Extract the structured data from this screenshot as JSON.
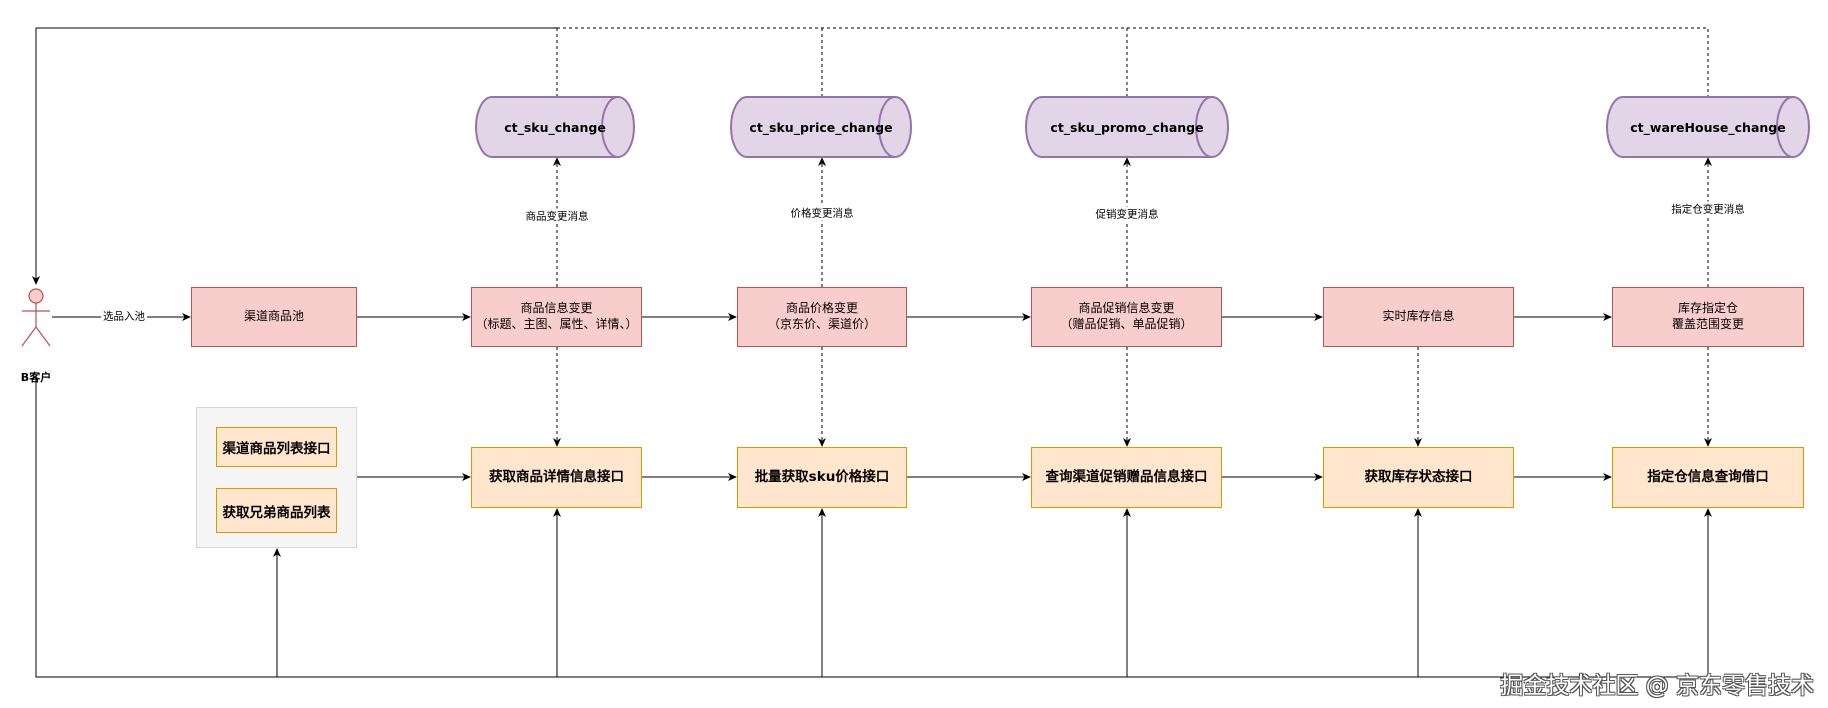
{
  "actor": {
    "label": "B客户"
  },
  "edge_labels": {
    "select_into_pool": "选品入池",
    "sku_change_msg": "商品变更消息",
    "price_change_msg": "价格变更消息",
    "promo_change_msg": "促销变更消息",
    "warehouse_change_msg": "指定仓变更消息"
  },
  "queues": [
    {
      "id": "sku",
      "label": "ct_sku_change"
    },
    {
      "id": "price",
      "label": "ct_sku_price_change"
    },
    {
      "id": "promo",
      "label": "ct_sku_promo_change"
    },
    {
      "id": "warehouse",
      "label": "ct_wareHouse_change"
    }
  ],
  "events": [
    {
      "id": "pool",
      "label": "渠道商品池"
    },
    {
      "id": "info",
      "label": "商品信息变更\n（标题、主图、属性、详情、）"
    },
    {
      "id": "price",
      "label": "商品价格变更\n（京东价、渠道价）"
    },
    {
      "id": "promo",
      "label": "商品促销信息变更\n（赠品促销、单品促销）"
    },
    {
      "id": "stock",
      "label": "实时库存信息"
    },
    {
      "id": "warehouse",
      "label": "库存指定仓\n覆盖范围变更"
    }
  ],
  "apis": [
    {
      "id": "detail",
      "label": "获取商品详情信息接口"
    },
    {
      "id": "price",
      "label": "批量获取sku价格接口"
    },
    {
      "id": "promo",
      "label": "查询渠道促销赠品信息接口"
    },
    {
      "id": "stock",
      "label": "获取库存状态接口"
    },
    {
      "id": "warehouse",
      "label": "指定仓信息查询借口"
    }
  ],
  "group": {
    "items": [
      {
        "label": "渠道商品列表接口"
      },
      {
        "label": "获取兄弟商品列表"
      }
    ]
  },
  "colors": {
    "queue_fill": "#e1d5e7",
    "queue_stroke": "#9673a6",
    "event_fill": "#f8cecc",
    "event_stroke": "#b85450",
    "api_fill": "#ffe6cc",
    "api_stroke": "#d79b00",
    "actor_fill": "#f8cecc",
    "actor_stroke": "#b85450"
  },
  "watermark": "掘金技术社区 @ 京东零售技术"
}
